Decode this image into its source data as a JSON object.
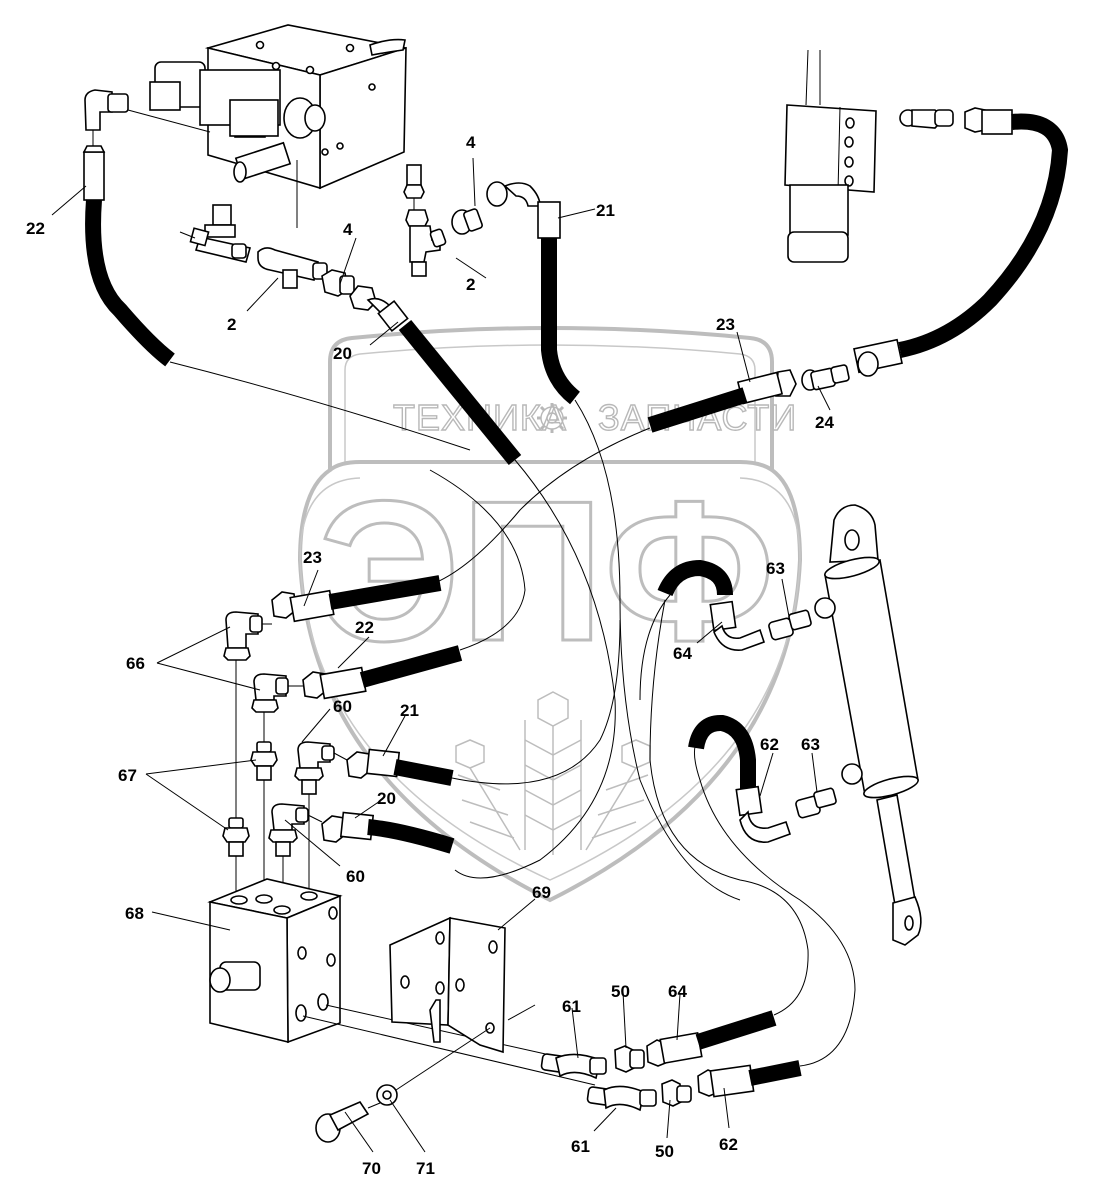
{
  "diagram": {
    "type": "exploded-parts-diagram",
    "subject": "hydraulic hose and fitting assembly",
    "watermark": {
      "top_left_text": "ТЕХНИКА",
      "top_right_text": "ЗАПЧАСТИ",
      "big_letters": "ЭПФ",
      "gear_icon": "gear-icon"
    },
    "callouts": [
      {
        "id": "c22a",
        "label": "22"
      },
      {
        "id": "c2a",
        "label": "2"
      },
      {
        "id": "c4a",
        "label": "4"
      },
      {
        "id": "c20a",
        "label": "20"
      },
      {
        "id": "c4b",
        "label": "4"
      },
      {
        "id": "c2b",
        "label": "2"
      },
      {
        "id": "c21a",
        "label": "21"
      },
      {
        "id": "c23a",
        "label": "23"
      },
      {
        "id": "c24",
        "label": "24"
      },
      {
        "id": "c23b",
        "label": "23"
      },
      {
        "id": "c22b",
        "label": "22"
      },
      {
        "id": "c66",
        "label": "66"
      },
      {
        "id": "c60a",
        "label": "60"
      },
      {
        "id": "c21b",
        "label": "21"
      },
      {
        "id": "c67",
        "label": "67"
      },
      {
        "id": "c20b",
        "label": "20"
      },
      {
        "id": "c60b",
        "label": "60"
      },
      {
        "id": "c63a",
        "label": "63"
      },
      {
        "id": "c64a",
        "label": "64"
      },
      {
        "id": "c62a",
        "label": "62"
      },
      {
        "id": "c63b",
        "label": "63"
      },
      {
        "id": "c68",
        "label": "68"
      },
      {
        "id": "c69",
        "label": "69"
      },
      {
        "id": "c61a",
        "label": "61"
      },
      {
        "id": "c50a",
        "label": "50"
      },
      {
        "id": "c64b",
        "label": "64"
      },
      {
        "id": "c61b",
        "label": "61"
      },
      {
        "id": "c50b",
        "label": "50"
      },
      {
        "id": "c62b",
        "label": "62"
      },
      {
        "id": "c70",
        "label": "70"
      },
      {
        "id": "c71",
        "label": "71"
      }
    ],
    "components": [
      {
        "name": "valve-block-solenoid",
        "callout": null
      },
      {
        "name": "valve-housing-top-right",
        "callout": null
      },
      {
        "name": "hydraulic-cylinder",
        "callout": null
      },
      {
        "name": "distribution-block",
        "callout": "68"
      },
      {
        "name": "mounting-bracket",
        "callout": "69"
      },
      {
        "name": "bolt",
        "callout": "70"
      },
      {
        "name": "washer",
        "callout": "71"
      }
    ]
  }
}
